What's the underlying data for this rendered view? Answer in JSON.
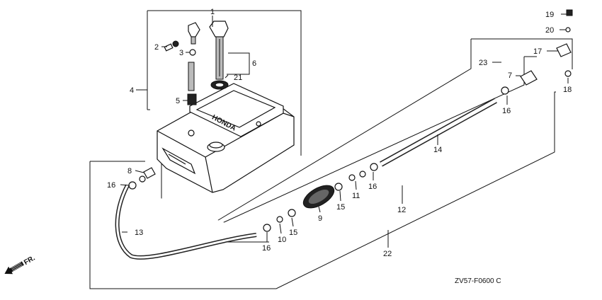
{
  "diagram": {
    "code": "ZV57-F0600 C",
    "direction": "FR.",
    "callouts": [
      {
        "id": "1"
      },
      {
        "id": "2"
      },
      {
        "id": "3"
      },
      {
        "id": "4"
      },
      {
        "id": "5"
      },
      {
        "id": "6"
      },
      {
        "id": "7"
      },
      {
        "id": "8"
      },
      {
        "id": "9"
      },
      {
        "id": "10"
      },
      {
        "id": "11"
      },
      {
        "id": "12"
      },
      {
        "id": "13"
      },
      {
        "id": "14"
      },
      {
        "id": "15"
      },
      {
        "id": "15"
      },
      {
        "id": "16"
      },
      {
        "id": "16"
      },
      {
        "id": "16"
      },
      {
        "id": "16"
      },
      {
        "id": "17"
      },
      {
        "id": "18"
      },
      {
        "id": "19"
      },
      {
        "id": "20"
      },
      {
        "id": "21"
      },
      {
        "id": "22"
      },
      {
        "id": "23"
      }
    ],
    "tank_brand": "HONDA"
  }
}
